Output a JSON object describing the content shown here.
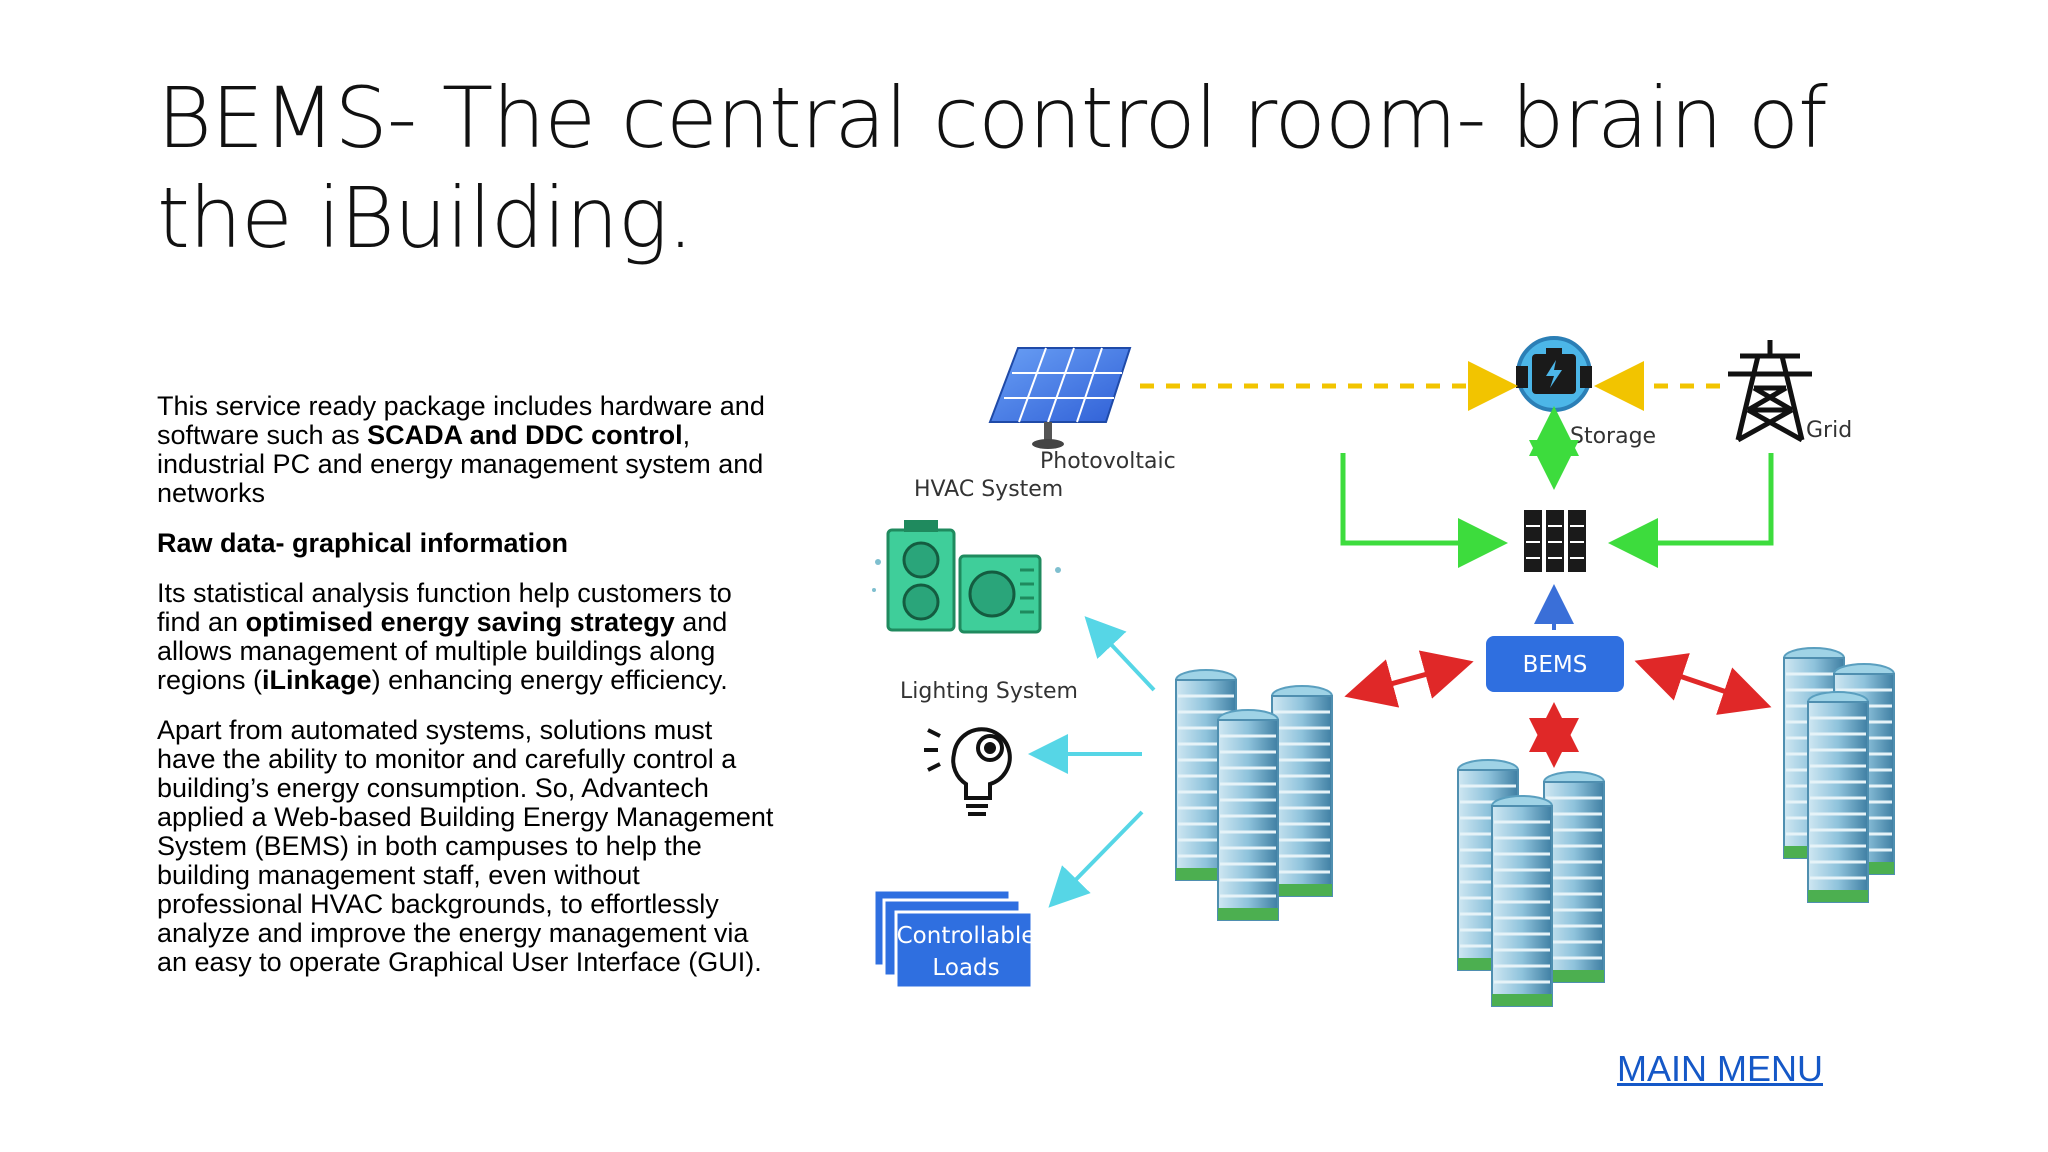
{
  "slide": {
    "title": "BEMS- The central control room- brain of the iBuilding.",
    "paragraphs": {
      "p1": {
        "t1": "This service ready package includes hardware and software such as ",
        "b1": "SCADA and DDC control",
        "t2": ", industrial PC and energy management system and networks"
      },
      "p2": {
        "b1": "Raw data- graphical information"
      },
      "p3": {
        "t1": "Its statistical analysis function help customers to find an ",
        "b1": "optimised energy saving strategy",
        "t2": " and allows management of multiple buildings along regions (",
        "b2": "iLinkage",
        "t3": ") enhancing energy efficiency."
      },
      "p4": {
        "t1": "Apart from automated systems, solutions must have the ability to monitor and carefully control a building’s energy consumption. So, Advantech applied a Web-based Building Energy Management System (BEMS) in both campuses to help the building management staff, even without professional HVAC backgrounds, to effortlessly analyze and improve the energy management via an easy to operate Graphical User Interface (GUI)."
      }
    },
    "main_menu_link": "MAIN MENU"
  },
  "diagram": {
    "labels": {
      "photovoltaic": "Photovoltaic",
      "storage": "Storage",
      "grid": "Grid",
      "hvac": "HVAC System",
      "lighting": "Lighting System",
      "loads_line1": "Controllable",
      "loads_line2": "Loads",
      "bems": "BEMS"
    },
    "colors": {
      "green_arrow": "#3ddc3d",
      "yellow_dash": "#f2c400",
      "cyan_arrow": "#56d6e6",
      "red_arrow": "#e02828",
      "blue_box": "#2f6fe0",
      "hvac_unit": "#3fce9a",
      "link": "#1558c7"
    },
    "icons": [
      "solar-panel-icon",
      "battery-storage-icon",
      "power-tower-icon",
      "server-rack-icon",
      "hvac-unit-icon",
      "lightbulb-gear-icon",
      "building-icon"
    ]
  }
}
